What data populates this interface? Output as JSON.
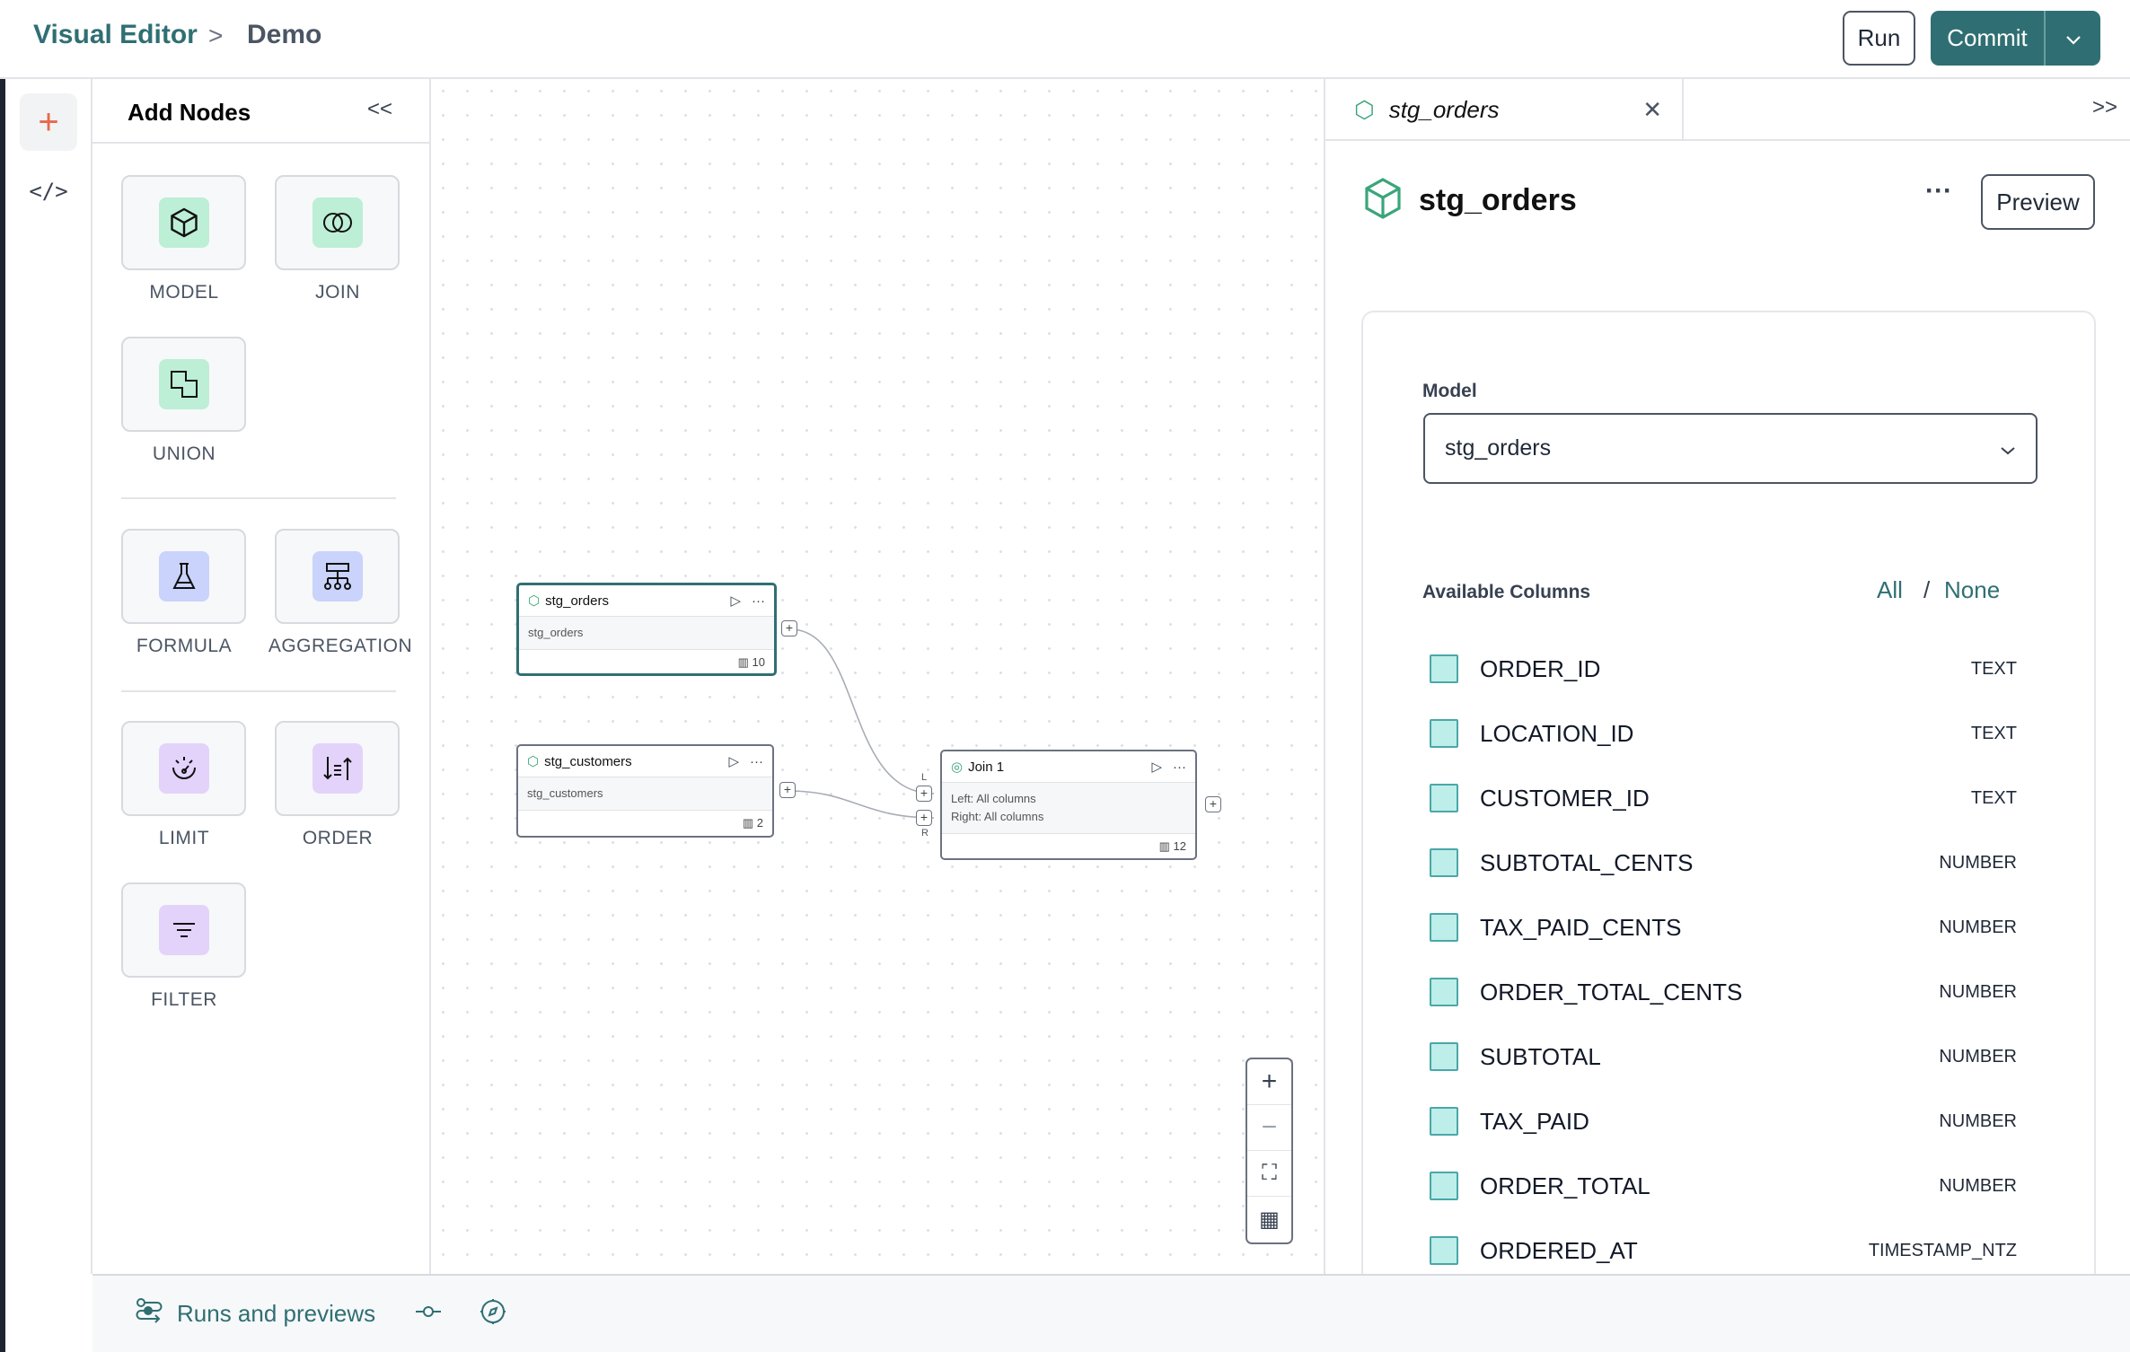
{
  "header": {
    "breadcrumb": [
      "Visual Editor",
      "Demo"
    ],
    "run_label": "Run",
    "commit_label": "Commit"
  },
  "rail": {
    "items": [
      "add-nodes",
      "code"
    ]
  },
  "add_nodes": {
    "title": "Add Nodes",
    "collapse": "<<",
    "nodes": [
      {
        "label": "MODEL",
        "color": "#bdeed6"
      },
      {
        "label": "JOIN",
        "color": "#bdeed6"
      },
      {
        "label": "UNION",
        "color": "#bdeed6"
      },
      {
        "label": "FORMULA",
        "color": "#c9d3fb"
      },
      {
        "label": "AGGREGATION",
        "color": "#c9d3fb"
      },
      {
        "label": "LIMIT",
        "color": "#e3d3fb"
      },
      {
        "label": "ORDER",
        "color": "#e3d3fb"
      },
      {
        "label": "FILTER",
        "color": "#e3d3fb"
      }
    ]
  },
  "canvas": {
    "nodes": [
      {
        "name": "stg_orders",
        "body": [
          "stg_orders"
        ],
        "columns": "10",
        "selected": true
      },
      {
        "name": "stg_customers",
        "body": [
          "stg_customers"
        ],
        "columns": "2",
        "selected": false
      },
      {
        "name": "Join 1",
        "body": [
          "Left: All columns",
          "Right: All columns"
        ],
        "columns": "12",
        "selected": false
      }
    ],
    "port_labels": {
      "left": "L",
      "right": "R"
    }
  },
  "right_panel": {
    "tab": "stg_orders",
    "expand": ">>",
    "title": "stg_orders",
    "preview_label": "Preview",
    "model_label": "Model",
    "model_value": "stg_orders",
    "available_columns_label": "Available Columns",
    "all": "All",
    "sep": "/",
    "none": "None",
    "columns": [
      {
        "name": "ORDER_ID",
        "type": "TEXT"
      },
      {
        "name": "LOCATION_ID",
        "type": "TEXT"
      },
      {
        "name": "CUSTOMER_ID",
        "type": "TEXT"
      },
      {
        "name": "SUBTOTAL_CENTS",
        "type": "NUMBER"
      },
      {
        "name": "TAX_PAID_CENTS",
        "type": "NUMBER"
      },
      {
        "name": "ORDER_TOTAL_CENTS",
        "type": "NUMBER"
      },
      {
        "name": "SUBTOTAL",
        "type": "NUMBER"
      },
      {
        "name": "TAX_PAID",
        "type": "NUMBER"
      },
      {
        "name": "ORDER_TOTAL",
        "type": "NUMBER"
      },
      {
        "name": "ORDERED_AT",
        "type": "TIMESTAMP_NTZ"
      }
    ]
  },
  "bottom": {
    "runs_label": "Runs and previews"
  },
  "colors": {
    "accent": "#2f6f73",
    "add": "#e8684a",
    "checkbox": "#bdeee9"
  }
}
